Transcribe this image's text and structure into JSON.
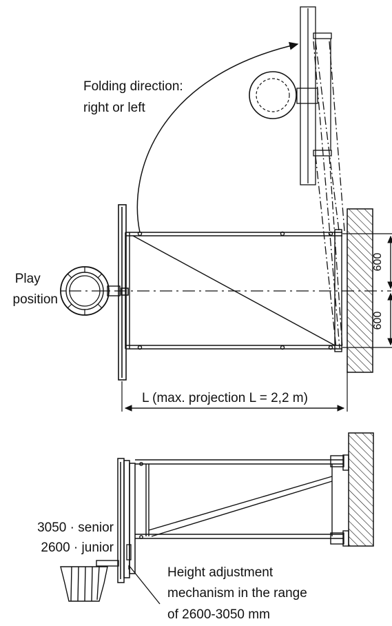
{
  "labels": {
    "folding_line1": "Folding direction:",
    "folding_line2": "right or left",
    "play_line1": "Play",
    "play_line2": "position",
    "dim_upper": "600",
    "dim_lower": "600",
    "projection": "L (max. projection L = 2,2 m)",
    "senior": "3050 · senior",
    "junior": "2600 · junior",
    "adjust_line1": "Height adjustment",
    "adjust_line2": "mechanism in the range",
    "adjust_line3": "of 2600-3050 mm"
  }
}
